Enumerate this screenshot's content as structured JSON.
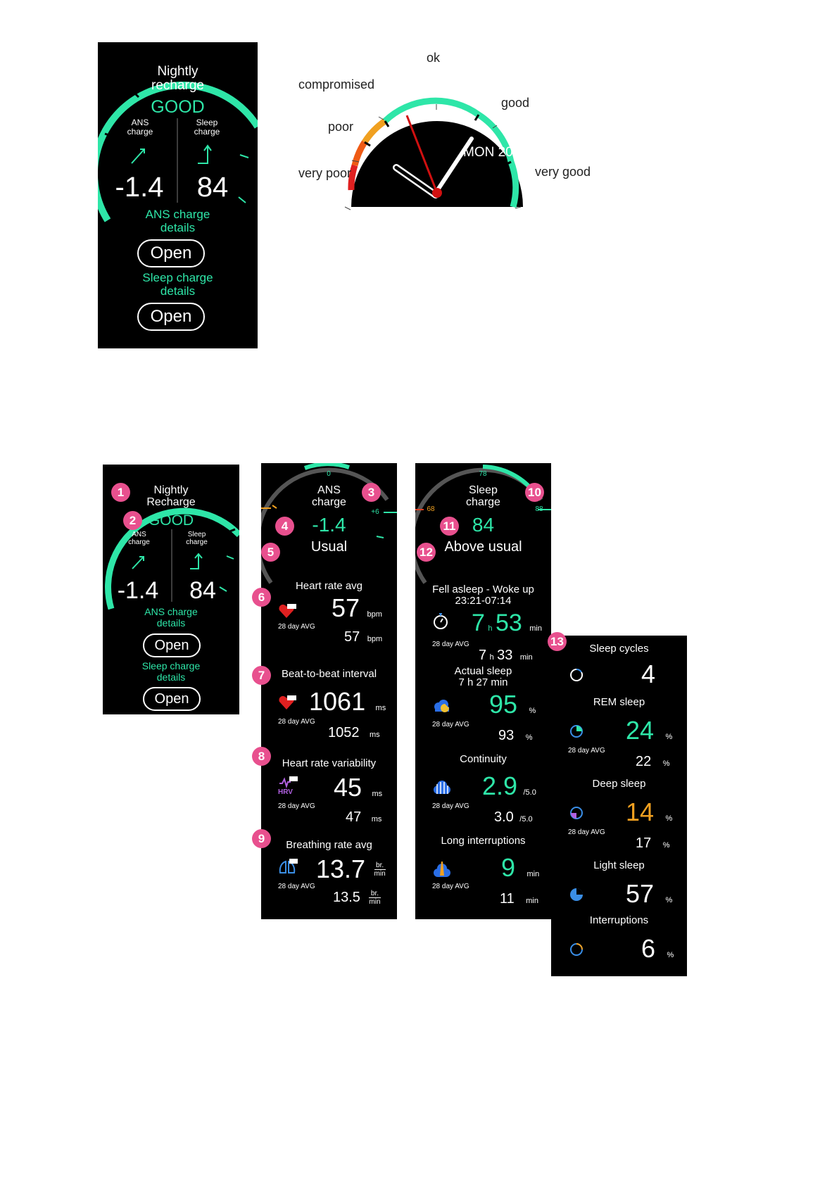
{
  "top_card": {
    "title_line1": "Nightly",
    "title_line2": "recharge",
    "status": "GOOD",
    "ans_label_1": "ANS",
    "ans_label_2": "charge",
    "sleep_label_1": "Sleep",
    "sleep_label_2": "charge",
    "ans_value": "-1.4",
    "sleep_value": "84",
    "ans_details_1": "ANS charge",
    "ans_details_2": "details",
    "open_label_1": "Open",
    "sleep_details_1": "Sleep charge",
    "sleep_details_2": "details",
    "open_label_2": "Open"
  },
  "gauge_legend": {
    "levels": [
      "very poor",
      "poor",
      "compromised",
      "ok",
      "good",
      "very good"
    ],
    "date": "MON 20"
  },
  "bottom_card": {
    "title_line1": "Nightly",
    "title_line2": "Recharge",
    "status": "GOOD",
    "ans_label_1": "ANS",
    "ans_label_2": "charge",
    "sleep_label_1": "Sleep",
    "sleep_label_2": "charge",
    "ans_value": "-1.4",
    "sleep_value": "84",
    "ans_details_1": "ANS charge",
    "ans_details_2": "details",
    "open_label_1": "Open",
    "sleep_details_1": "Sleep charge",
    "sleep_details_2": "details",
    "open_label_2": "Open"
  },
  "ans_panel": {
    "title_1": "ANS",
    "title_2": "charge",
    "scale_mid": "0",
    "scale_right": "+6",
    "value": "-1.4",
    "status": "Usual",
    "avg_label": "28 day AVG",
    "hr_title": "Heart rate avg",
    "hr_value": "57",
    "hr_unit": "bpm",
    "hr_avg": "57",
    "hr_avg_unit": "bpm",
    "btb_title": "Beat-to-beat interval",
    "btb_value": "1061",
    "btb_unit": "ms",
    "btb_avg": "1052",
    "btb_avg_unit": "ms",
    "hrv_title": "Heart rate variability",
    "hrv_icon_text": "HRV",
    "hrv_value": "45",
    "hrv_unit": "ms",
    "hrv_avg": "47",
    "hrv_avg_unit": "ms",
    "br_title": "Breathing rate avg",
    "br_value": "13.7",
    "br_unit_top": "br.",
    "br_unit_bottom": "min",
    "br_avg": "13.5",
    "avg_icon_text": "AVG"
  },
  "sleep_panel": {
    "title_1": "Sleep",
    "title_2": "charge",
    "scale_mid": "78",
    "scale_left": "68",
    "scale_right": "88",
    "value": "84",
    "status": "Above usual",
    "avg_label": "28 day AVG",
    "fell_title": "Fell asleep - Woke up",
    "fell_time": "23:21-07:14",
    "dur_h": "7",
    "dur_m": "53",
    "h_unit": "h",
    "min_unit": "min",
    "dur_avg_h": "7",
    "dur_avg_m": "33",
    "actual_title": "Actual sleep",
    "actual_value": "7 h 27 min",
    "actual_pct": "95",
    "actual_avg": "93",
    "pct": "%",
    "cont_title": "Continuity",
    "cont_value": "2.9",
    "cont_unit": "/5.0",
    "cont_avg": "3.0",
    "long_title": "Long interruptions",
    "long_value": "9",
    "long_avg": "11"
  },
  "cycles_panel": {
    "cycles_title": "Sleep cycles",
    "cycles_value": "4",
    "rem_title": "REM sleep",
    "rem_value": "24",
    "rem_avg": "22",
    "deep_title": "Deep sleep",
    "deep_value": "14",
    "deep_avg": "17",
    "light_title": "Light sleep",
    "light_value": "57",
    "int_title": "Interruptions",
    "int_value": "6",
    "avg_label": "28 day AVG",
    "pct": "%"
  },
  "badges": [
    "1",
    "2",
    "3",
    "4",
    "5",
    "6",
    "7",
    "8",
    "9",
    "10",
    "11",
    "12",
    "13"
  ],
  "colors": {
    "accent_green": "#2ee6a8",
    "orange": "#f0a020",
    "red": "#e02020",
    "badge_pink": "#e8508e",
    "panel_bg": "#000000"
  }
}
